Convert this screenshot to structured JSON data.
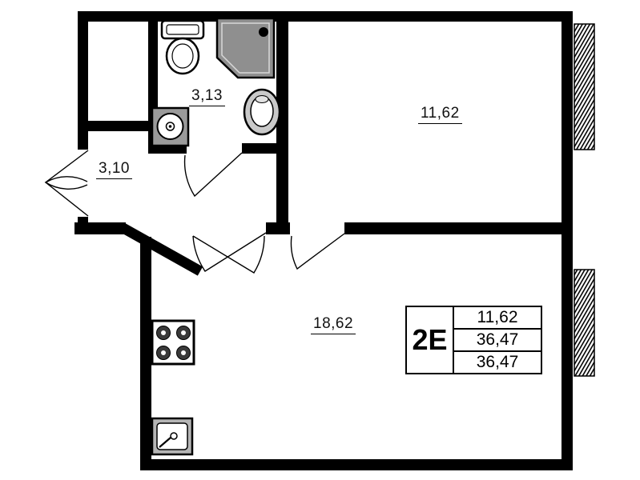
{
  "plan": {
    "title": "apartment-floor-plan",
    "rooms": [
      {
        "id": "bathroom",
        "area": "3,13"
      },
      {
        "id": "hallway",
        "area": "3,10"
      },
      {
        "id": "bedroom",
        "area": "11,62"
      },
      {
        "id": "living",
        "area": "18,62"
      }
    ],
    "info_box": {
      "type_label": "2E",
      "rows": [
        "11,62",
        "36,47",
        "36,47"
      ]
    },
    "fixtures": [
      "toilet",
      "shower",
      "washbasin",
      "sink",
      "stove",
      "kitchen-sink"
    ],
    "windows": [
      "window-top",
      "window-bottom"
    ],
    "colors": {
      "wall": "#000000",
      "fixture_gray": "#9a9a9a",
      "shower_gray": "#8f8f8f",
      "background": "#ffffff"
    }
  }
}
